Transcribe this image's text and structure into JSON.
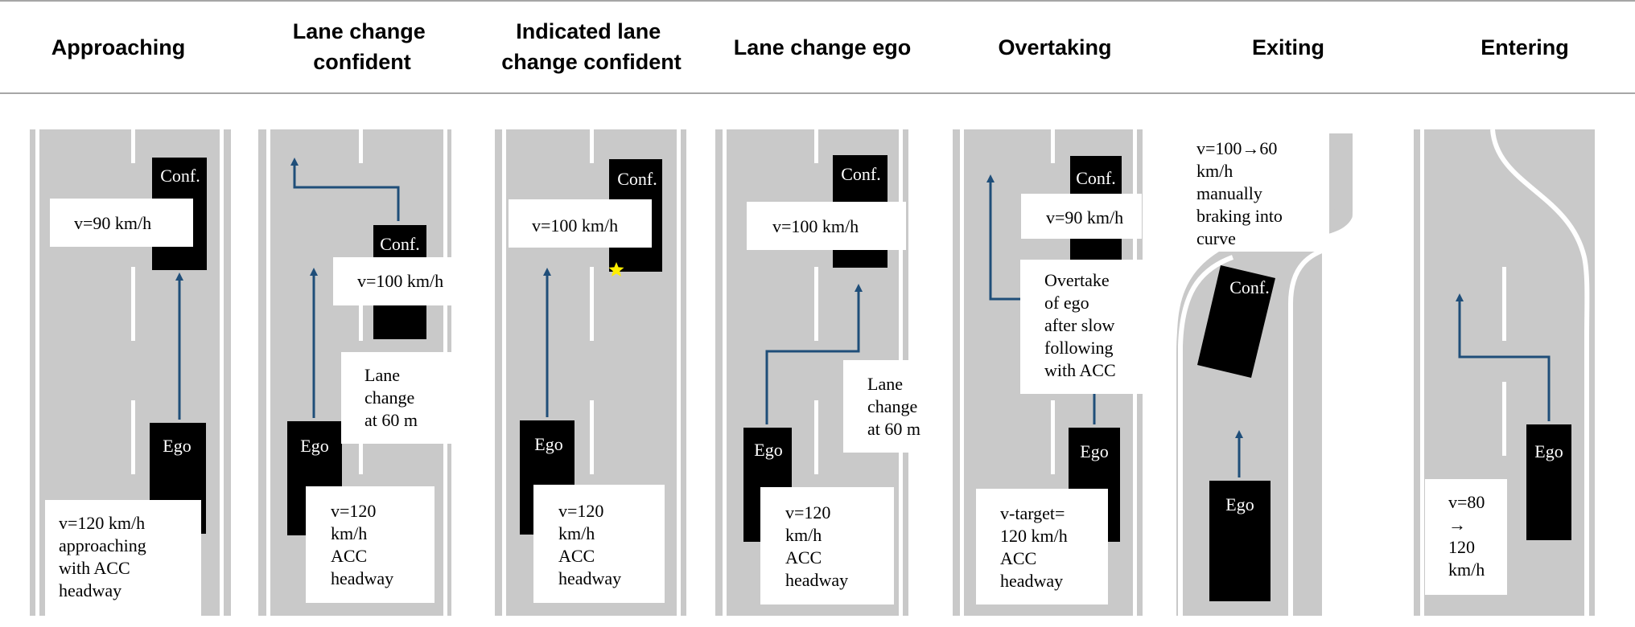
{
  "colors": {
    "road": "#c9c9c9",
    "lane_marking": "#ffffff",
    "vehicle": "#000000",
    "arrow": "#1f4e79",
    "label_box": "#ffffff",
    "star": "#ffee00"
  },
  "scenarios": [
    {
      "title": [
        "Approaching"
      ],
      "vehicles": [
        {
          "label": "Conf."
        },
        {
          "label": "Ego"
        }
      ],
      "boxes": [
        {
          "lines": [
            "v=90 km/h"
          ]
        },
        {
          "lines": [
            "v=120 km/h",
            "approaching",
            "with ACC",
            "headway"
          ]
        }
      ]
    },
    {
      "title": [
        "Lane change",
        "confident"
      ],
      "vehicles": [
        {
          "label": "Conf."
        },
        {
          "label": "Ego"
        }
      ],
      "boxes": [
        {
          "lines": [
            "v=100 km/h"
          ]
        },
        {
          "lines": [
            "Lane",
            "change",
            "at 60 m"
          ]
        },
        {
          "lines": [
            "v=120",
            "km/h",
            "ACC",
            "headway"
          ]
        }
      ]
    },
    {
      "title": [
        "Indicated lane",
        "change confident"
      ],
      "vehicles": [
        {
          "label": "Conf."
        },
        {
          "label": "Ego"
        }
      ],
      "boxes": [
        {
          "lines": [
            "v=100 km/h"
          ]
        },
        {
          "lines": [
            "v=120",
            "km/h",
            "ACC",
            "headway"
          ]
        }
      ]
    },
    {
      "title": [
        "Lane change ego"
      ],
      "vehicles": [
        {
          "label": "Conf."
        },
        {
          "label": "Ego"
        }
      ],
      "boxes": [
        {
          "lines": [
            "v=100 km/h"
          ]
        },
        {
          "lines": [
            "Lane",
            "change",
            "at 60 m"
          ]
        },
        {
          "lines": [
            "v=120",
            "km/h",
            "ACC",
            "headway"
          ]
        }
      ]
    },
    {
      "title": [
        "Overtaking"
      ],
      "vehicles": [
        {
          "label": "Conf."
        },
        {
          "label": "Ego"
        }
      ],
      "boxes": [
        {
          "lines": [
            "v=90 km/h"
          ]
        },
        {
          "lines": [
            "Overtake",
            "of ego",
            "after slow",
            "following",
            "with ACC"
          ]
        },
        {
          "lines": [
            "v-target=",
            "120 km/h",
            "ACC",
            "headway"
          ]
        }
      ]
    },
    {
      "title": [
        "Exiting"
      ],
      "vehicles": [
        {
          "label": "Conf."
        },
        {
          "label": "Ego"
        }
      ],
      "boxes": [
        {
          "lines": [
            "v=100→60",
            "km/h",
            "manually",
            "braking into",
            "curve"
          ]
        }
      ]
    },
    {
      "title": [
        "Entering"
      ],
      "vehicles": [
        {
          "label": "Ego"
        }
      ],
      "boxes": [
        {
          "lines": [
            "v=80",
            "→",
            "120",
            "km/h"
          ]
        }
      ]
    }
  ]
}
